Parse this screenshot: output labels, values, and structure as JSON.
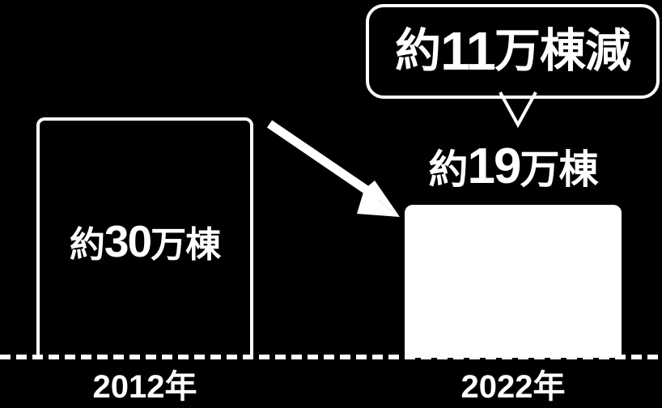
{
  "chart_data": {
    "type": "bar",
    "title": "",
    "subtitle": "",
    "xlabel": "",
    "ylabel": "",
    "categories": [
      "2012年",
      "2022年"
    ],
    "values": [
      30,
      19
    ],
    "unit": "万棟",
    "value_labels": [
      "約30万棟",
      "約19万棟"
    ],
    "ylim": [
      0,
      30
    ],
    "grid": false,
    "legend": "none",
    "annotations": [
      {
        "kind": "callout-bubble",
        "text": "約11万棟減",
        "points_to": "2022年"
      },
      {
        "kind": "arrow",
        "from": "2012年",
        "to": "2022年",
        "meaning": "decrease"
      }
    ]
  },
  "callout": {
    "prefix": "約",
    "number": "11",
    "suffix": "万棟減",
    "full_text": "約11万棟減"
  },
  "bars": [
    {
      "id": "bar-2012",
      "axis_label": "2012年",
      "value_prefix": "約",
      "value_number": "30",
      "value_suffix": "万棟",
      "value_full": "約30万棟",
      "style": "outline"
    },
    {
      "id": "bar-2022",
      "axis_label": "2022年",
      "value_prefix": "約",
      "value_number": "19",
      "value_suffix": "万棟",
      "value_full": "約19万棟",
      "style": "filled"
    }
  ],
  "colors": {
    "background": "#000000",
    "foreground": "#ffffff",
    "bar_fill": "#ffffff",
    "bar_outline": "#ffffff"
  }
}
